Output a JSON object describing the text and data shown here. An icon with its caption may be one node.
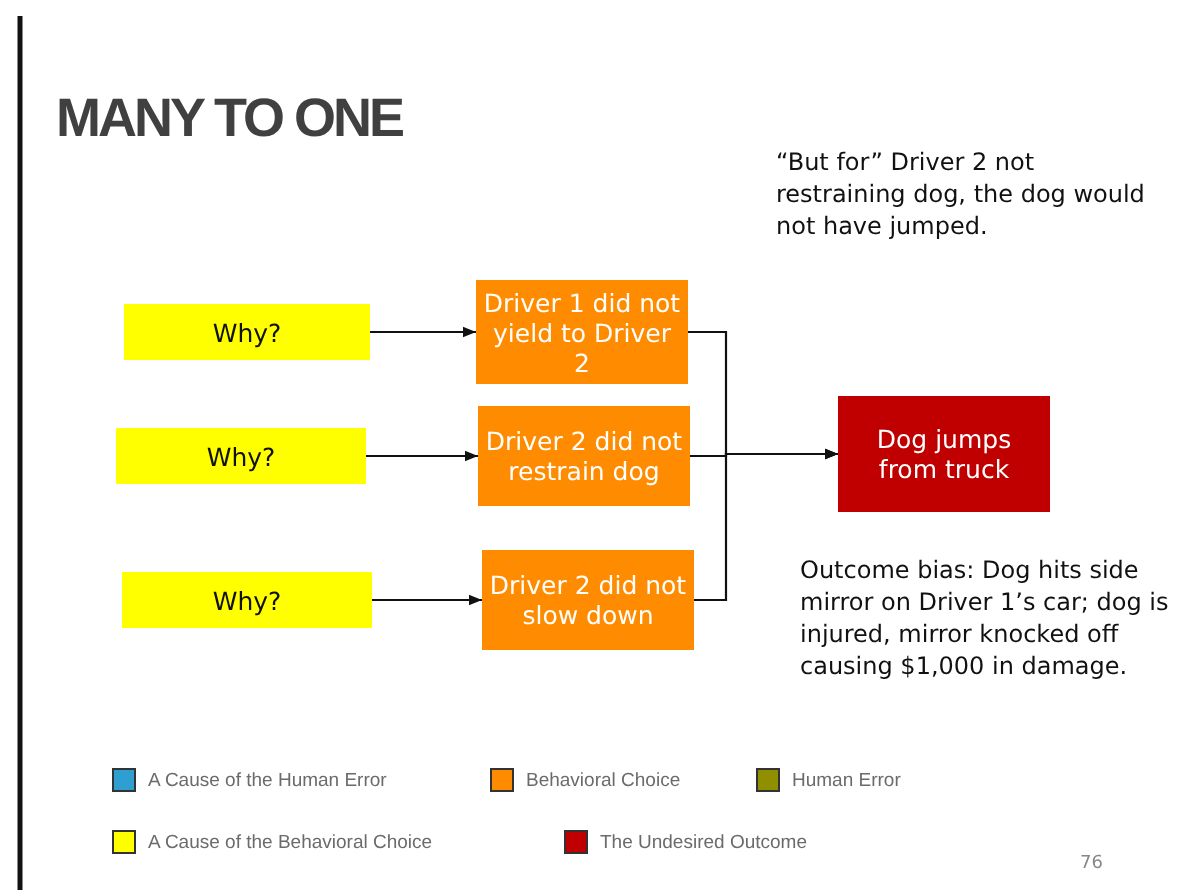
{
  "diagram": {
    "title": "MANY TO ONE",
    "nodes": [
      {
        "text": [
          "Why?"
        ]
      },
      {
        "text": [
          "Why?"
        ]
      },
      {
        "text": [
          "Why?"
        ]
      },
      {
        "text": [
          "Driver 1 did not yield to Driver 2"
        ]
      },
      {
        "text": [
          "Driver 2 did not restrain dog"
        ]
      },
      {
        "text": [
          "Driver 2 did not slow down"
        ]
      },
      {
        "text": [
          "Dog jumps from truck"
        ]
      }
    ],
    "edges": [
      {
        "from": 0,
        "to": 3,
        "arrow": "to"
      },
      {
        "from": 1,
        "to": 4,
        "arrow": "to"
      },
      {
        "from": 2,
        "to": 5,
        "arrow": "to"
      },
      {
        "from": 3,
        "to": 6,
        "arrow": "to"
      },
      {
        "from": 4,
        "to": 6,
        "arrow": "to"
      },
      {
        "from": 5,
        "to": 6,
        "arrow": "to"
      }
    ],
    "labels": [
      "“But for” Driver 2 not restraining dog, the dog would not have jumped.",
      "Outcome bias: Dog hits side mirror on Driver 1’s car; dog is injured, mirror knocked off causing $1,000 in damage.",
      "76"
    ],
    "legend": [
      {
        "text": "A Cause of the Human Error",
        "color": "#2e9fd0"
      },
      {
        "text": "Behavioral Choice",
        "color": "#ff8c00"
      },
      {
        "text": "Human Error",
        "color": "#8f8f00"
      },
      {
        "text": "A Cause of the Behavioral Choice",
        "color": "#ffff00"
      },
      {
        "text": "The Undesired Outcome",
        "color": "#c00000"
      }
    ]
  }
}
